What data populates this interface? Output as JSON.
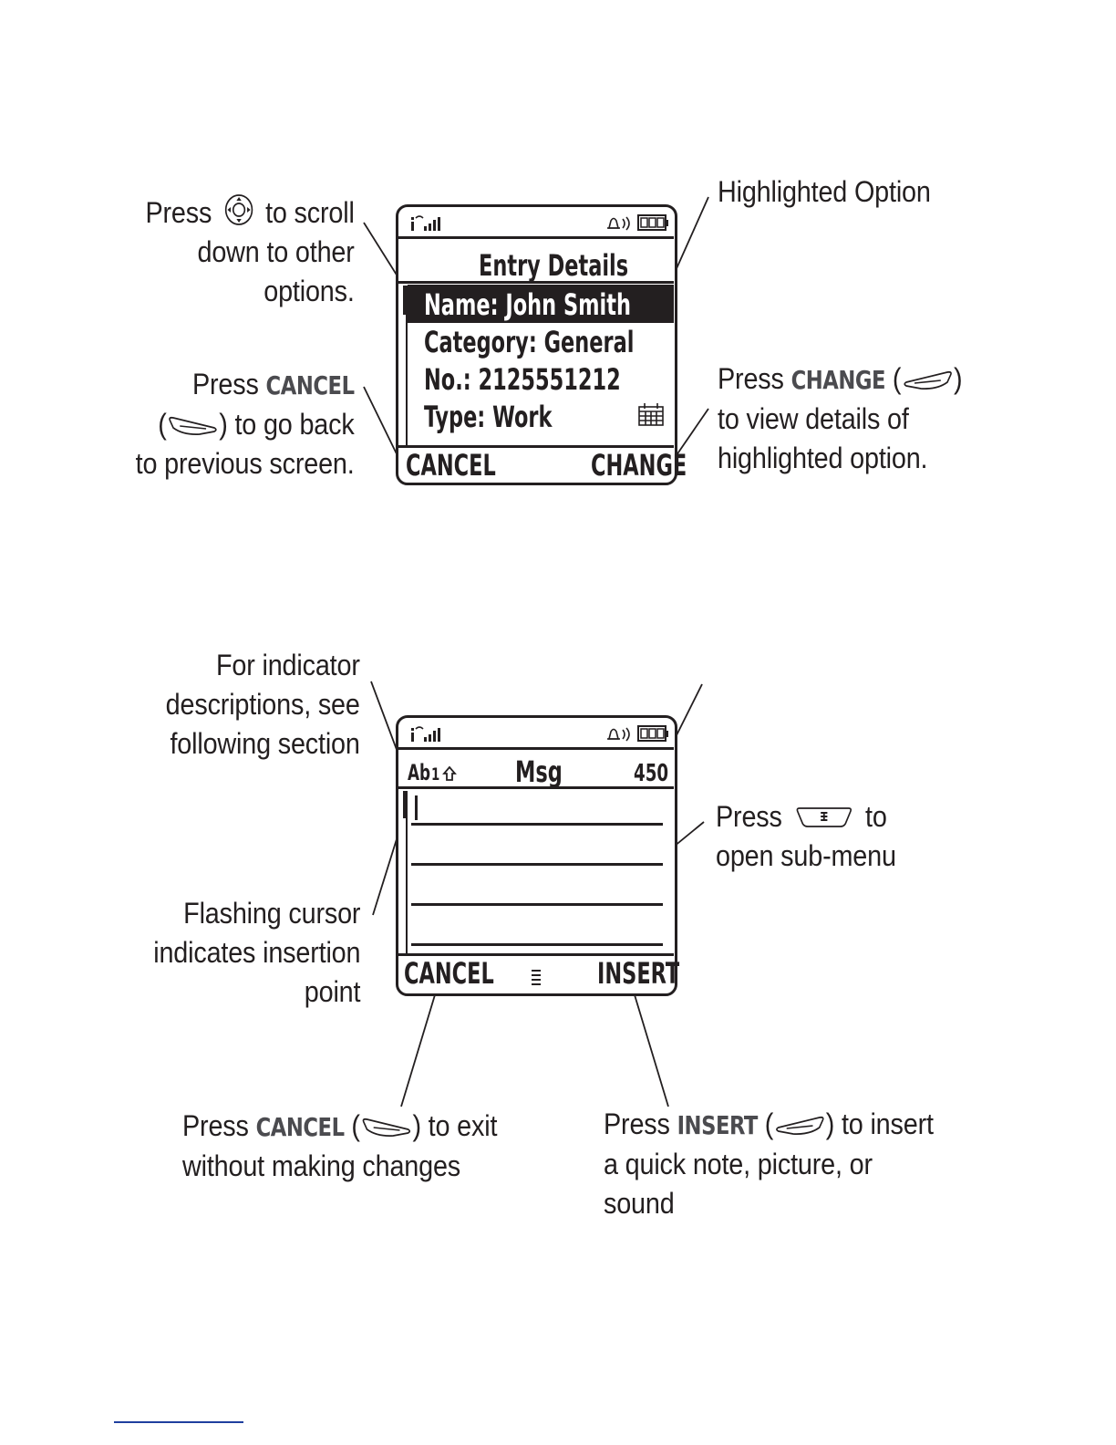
{
  "screen1": {
    "title": "Entry Details",
    "items": [
      {
        "label": "Name: John Smith",
        "highlighted": true
      },
      {
        "label": "Category: General",
        "highlighted": false
      },
      {
        "label": "No.: 2125551212",
        "highlighted": false
      },
      {
        "label": "Type: Work",
        "highlighted": false
      }
    ],
    "left_softkey": "CANCEL",
    "right_softkey": "CHANGE"
  },
  "callouts1": {
    "scroll": {
      "pre": "Press",
      "post": "to scroll",
      "line2": "down to other",
      "line3": "options."
    },
    "cancel": {
      "pre": "Press",
      "key": "CANCEL",
      "line2_pre": "(",
      "line2_post": ") to go back",
      "line3": "to previous screen."
    },
    "highlight": {
      "line1": "Highlighted Option"
    },
    "change": {
      "pre": "Press",
      "key": "CHANGE",
      "open": "(",
      "close": ")",
      "line2": "to view details of",
      "line3": "highlighted option."
    }
  },
  "screen2": {
    "mode": "Ab",
    "mode_num": "1",
    "title": "Msg",
    "count": "450",
    "left_softkey": "CANCEL",
    "right_softkey": "INSERT"
  },
  "callouts2": {
    "indicator": {
      "line1": "For indicator",
      "line2": "descriptions, see",
      "line3": "following section"
    },
    "cursor": {
      "line1": "Flashing cursor",
      "line2": "indicates insertion",
      "line3": "point"
    },
    "submenu": {
      "pre": "Press",
      "post": "to",
      "line2": "open sub-menu"
    },
    "cancel": {
      "pre": "Press",
      "key": "CANCEL",
      "open": "(",
      "post": ") to exit",
      "line2": "without making changes"
    },
    "insert": {
      "pre": "Press",
      "key": "INSERT",
      "open": "(",
      "post": ") to insert",
      "line2": "a quick note, picture, or",
      "line3": "sound"
    }
  },
  "colors": {
    "ink": "#231f20",
    "keyword": "#4b4b4f",
    "footer_rule": "#1f3f9f"
  },
  "icons": [
    "signal-icon",
    "ringer-icon",
    "battery-icon",
    "nav-key-icon",
    "left-softkey-icon",
    "right-softkey-icon",
    "menu-key-icon",
    "calendar-icon",
    "shift-arrow-icon"
  ]
}
